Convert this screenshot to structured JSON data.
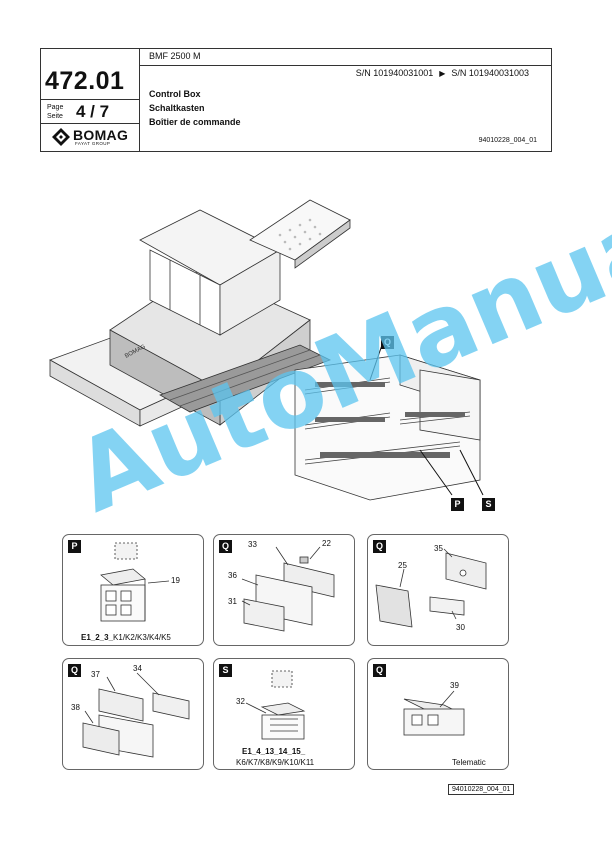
{
  "header": {
    "page_number": "472.01",
    "page_label_de": "Page",
    "page_label_fr": "Seite",
    "page_value": "4 / 7",
    "brand": "BOMAG",
    "brand_sub": "FAYAT GROUP",
    "model": "BMF 2500 M",
    "serial_from": "S/N 101940031001",
    "serial_to": "S/N 101940031003",
    "title_en": "Control Box",
    "title_de": "Schaltkasten",
    "title_fr": "Boîtier de commande",
    "doc_ref": "94010228_004_01"
  },
  "watermark": "AutoManual",
  "main_tags": [
    "Q",
    "P",
    "S"
  ],
  "details": [
    {
      "tag": "P",
      "numbers": [
        "19"
      ],
      "caption_bold": "E1_2_3_",
      "caption": "K1/K2/K3/K4/K5"
    },
    {
      "tag": "Q",
      "numbers": [
        "33",
        "22",
        "36",
        "31"
      ]
    },
    {
      "tag": "Q",
      "numbers": [
        "35",
        "25",
        "30"
      ]
    },
    {
      "tag": "Q",
      "numbers": [
        "37",
        "34",
        "38"
      ]
    },
    {
      "tag": "S",
      "numbers": [
        "32"
      ],
      "caption_bold": "E1_4_13_14_15_",
      "caption": "K6/K7/K8/K9/K10/K11"
    },
    {
      "tag": "Q",
      "numbers": [
        "39"
      ],
      "caption": "Telematic"
    }
  ],
  "footer_ref": "94010228_004_01"
}
